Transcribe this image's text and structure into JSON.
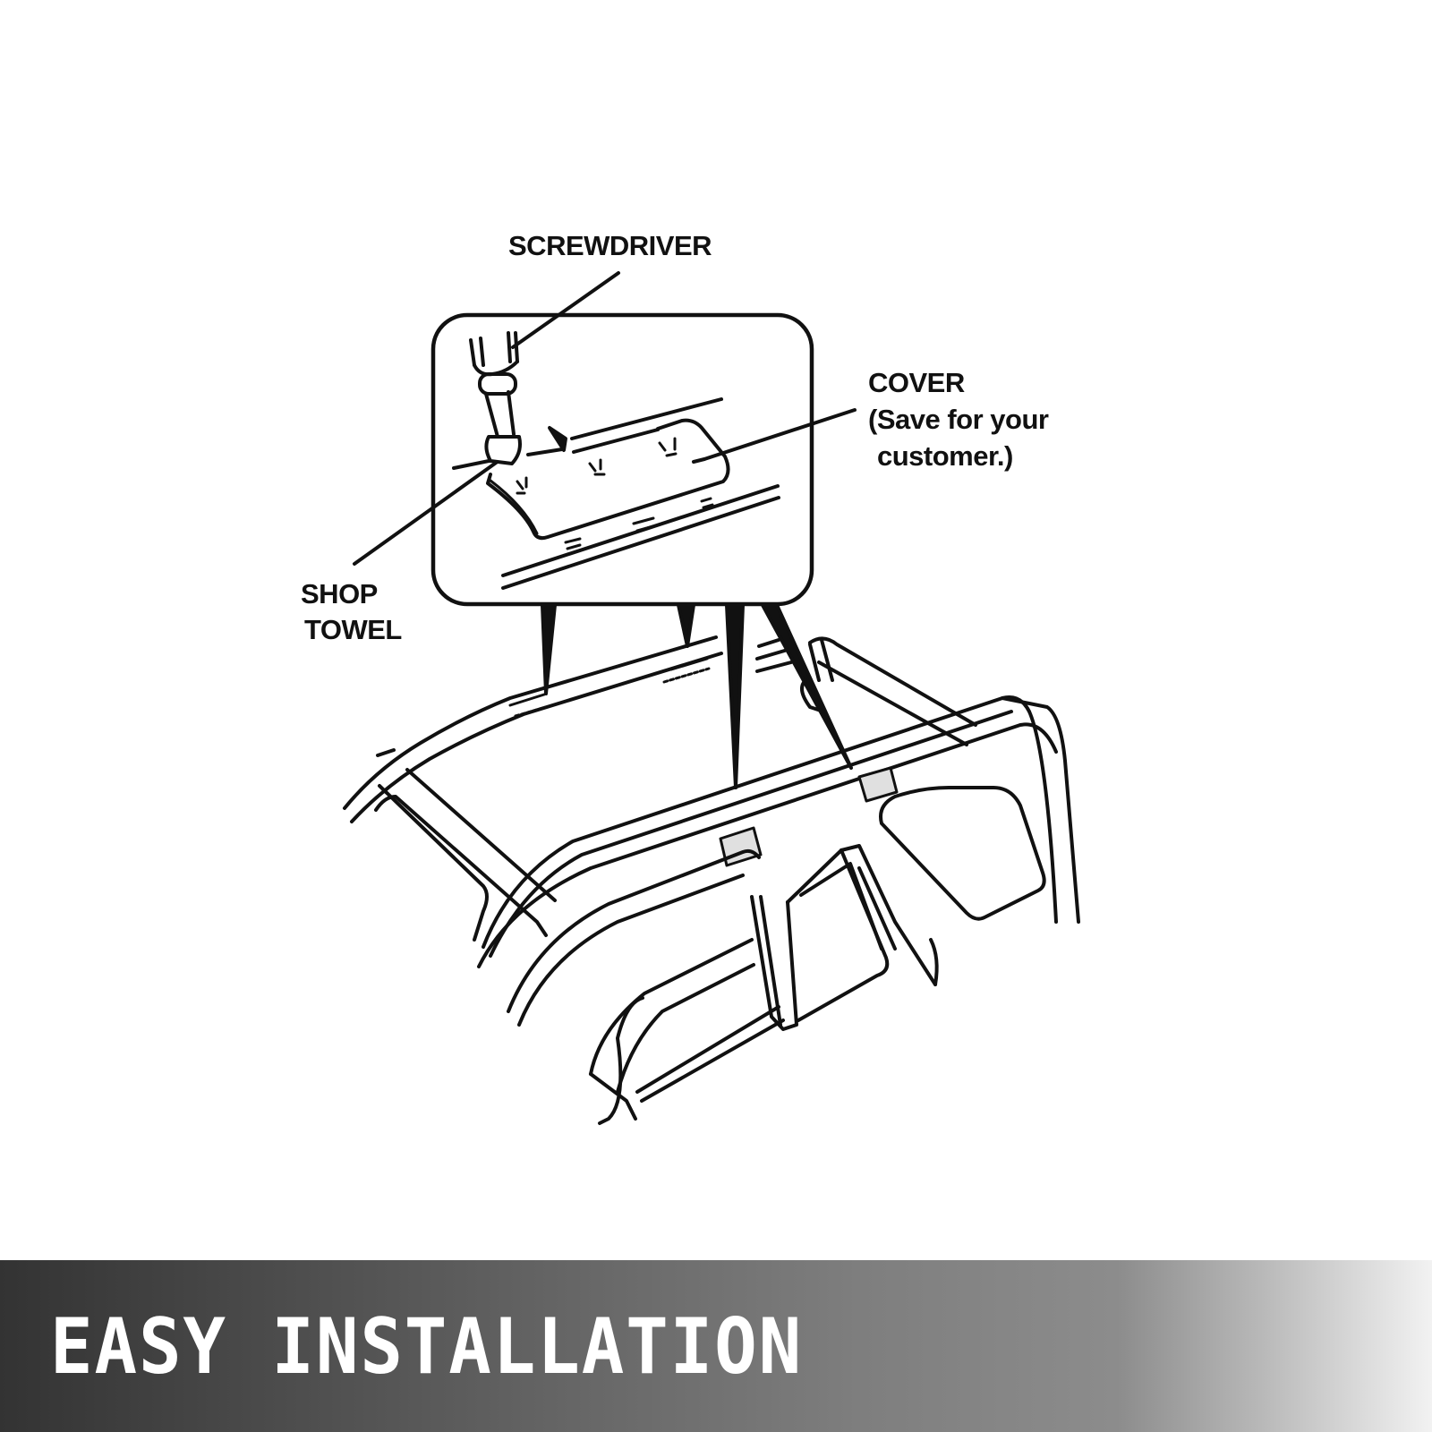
{
  "diagram": {
    "callouts": {
      "screwdriver": "SCREWDRIVER",
      "cover": "COVER",
      "cover_note_line1": "(Save for your",
      "cover_note_line2": "customer.)",
      "shop_towel_line1": "SHOP",
      "shop_towel_line2": "TOWEL"
    },
    "icons": [
      "screwdriver-icon",
      "cover-clip-icon",
      "vehicle-roof-icon",
      "arrow-down-icon"
    ],
    "line_color": "#111111",
    "cover_highlight_color": "#e0e0e0"
  },
  "banner": {
    "title": "EASY INSTALLATION",
    "gradient_start": "#333333",
    "gradient_end": "#f2f2f2"
  }
}
